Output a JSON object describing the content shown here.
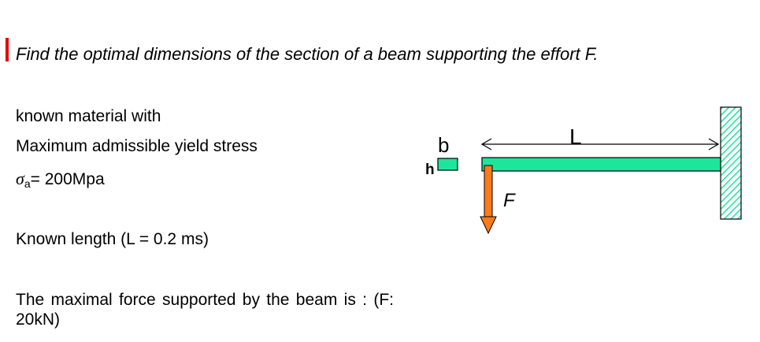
{
  "title": "Find the optimal dimensions of the section of a beam supporting the effort F.",
  "text": {
    "material": "known material with",
    "stress_label": "Maximum admissible yield stress",
    "sigma_symbol": "σ",
    "sigma_sub": "a",
    "sigma_value": "= 200Mpa",
    "length": "Known length (L = 0.2 ms)",
    "force": "The maximal force supported by the beam is : (F: 20kN)"
  },
  "diagram": {
    "label_b": "b",
    "label_h": "h",
    "label_L": "L",
    "label_F": "F"
  },
  "colors": {
    "accent": "#e60000",
    "beam": "#1de69c",
    "force_arrow": "#ff7a1a",
    "wall_hatch": "#1de69c"
  }
}
